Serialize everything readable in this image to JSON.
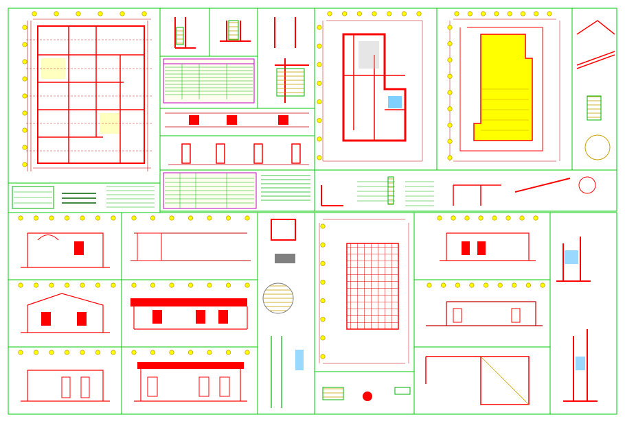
{
  "sheet": {
    "kind": "architectural-drawing-sheet",
    "background": "#ffffff",
    "colors": {
      "frame": "#00c800",
      "wall": "#ff0000",
      "dimension": "#c00000",
      "annotation": "#00b000",
      "bubble": "#ffff00",
      "hatch_fill": "#ffff00",
      "accent": "#00a0ff",
      "schedule_border": "#c000c0",
      "text": "#006000"
    }
  },
  "panels": [
    {
      "id": "floor-plan-1",
      "type": "plan"
    },
    {
      "id": "details-top-a",
      "type": "detail"
    },
    {
      "id": "details-top-b",
      "type": "detail"
    },
    {
      "id": "details-top-c",
      "type": "detail"
    },
    {
      "id": "schedule-table-1",
      "type": "schedule"
    },
    {
      "id": "elevation-strip-1",
      "type": "elevation"
    },
    {
      "id": "elevation-strip-2",
      "type": "elevation"
    },
    {
      "id": "schedule-table-2",
      "type": "schedule"
    },
    {
      "id": "legend-box",
      "type": "legend"
    },
    {
      "id": "floor-plan-2",
      "type": "plan"
    },
    {
      "id": "roof-plan",
      "type": "plan"
    },
    {
      "id": "roof-details",
      "type": "detail"
    },
    {
      "id": "notes-row",
      "type": "notes"
    },
    {
      "id": "elevation-1",
      "type": "elevation"
    },
    {
      "id": "elevation-2",
      "type": "elevation"
    },
    {
      "id": "section-1",
      "type": "section"
    },
    {
      "id": "section-2",
      "type": "section"
    },
    {
      "id": "section-3",
      "type": "section"
    },
    {
      "id": "section-4",
      "type": "section"
    },
    {
      "id": "details-mid",
      "type": "detail"
    },
    {
      "id": "paving-plan",
      "type": "plan"
    },
    {
      "id": "elevation-3",
      "type": "elevation"
    },
    {
      "id": "elevation-4",
      "type": "elevation"
    },
    {
      "id": "wall-section-1",
      "type": "section"
    },
    {
      "id": "wall-section-2",
      "type": "section"
    },
    {
      "id": "details-bottom",
      "type": "detail"
    }
  ]
}
